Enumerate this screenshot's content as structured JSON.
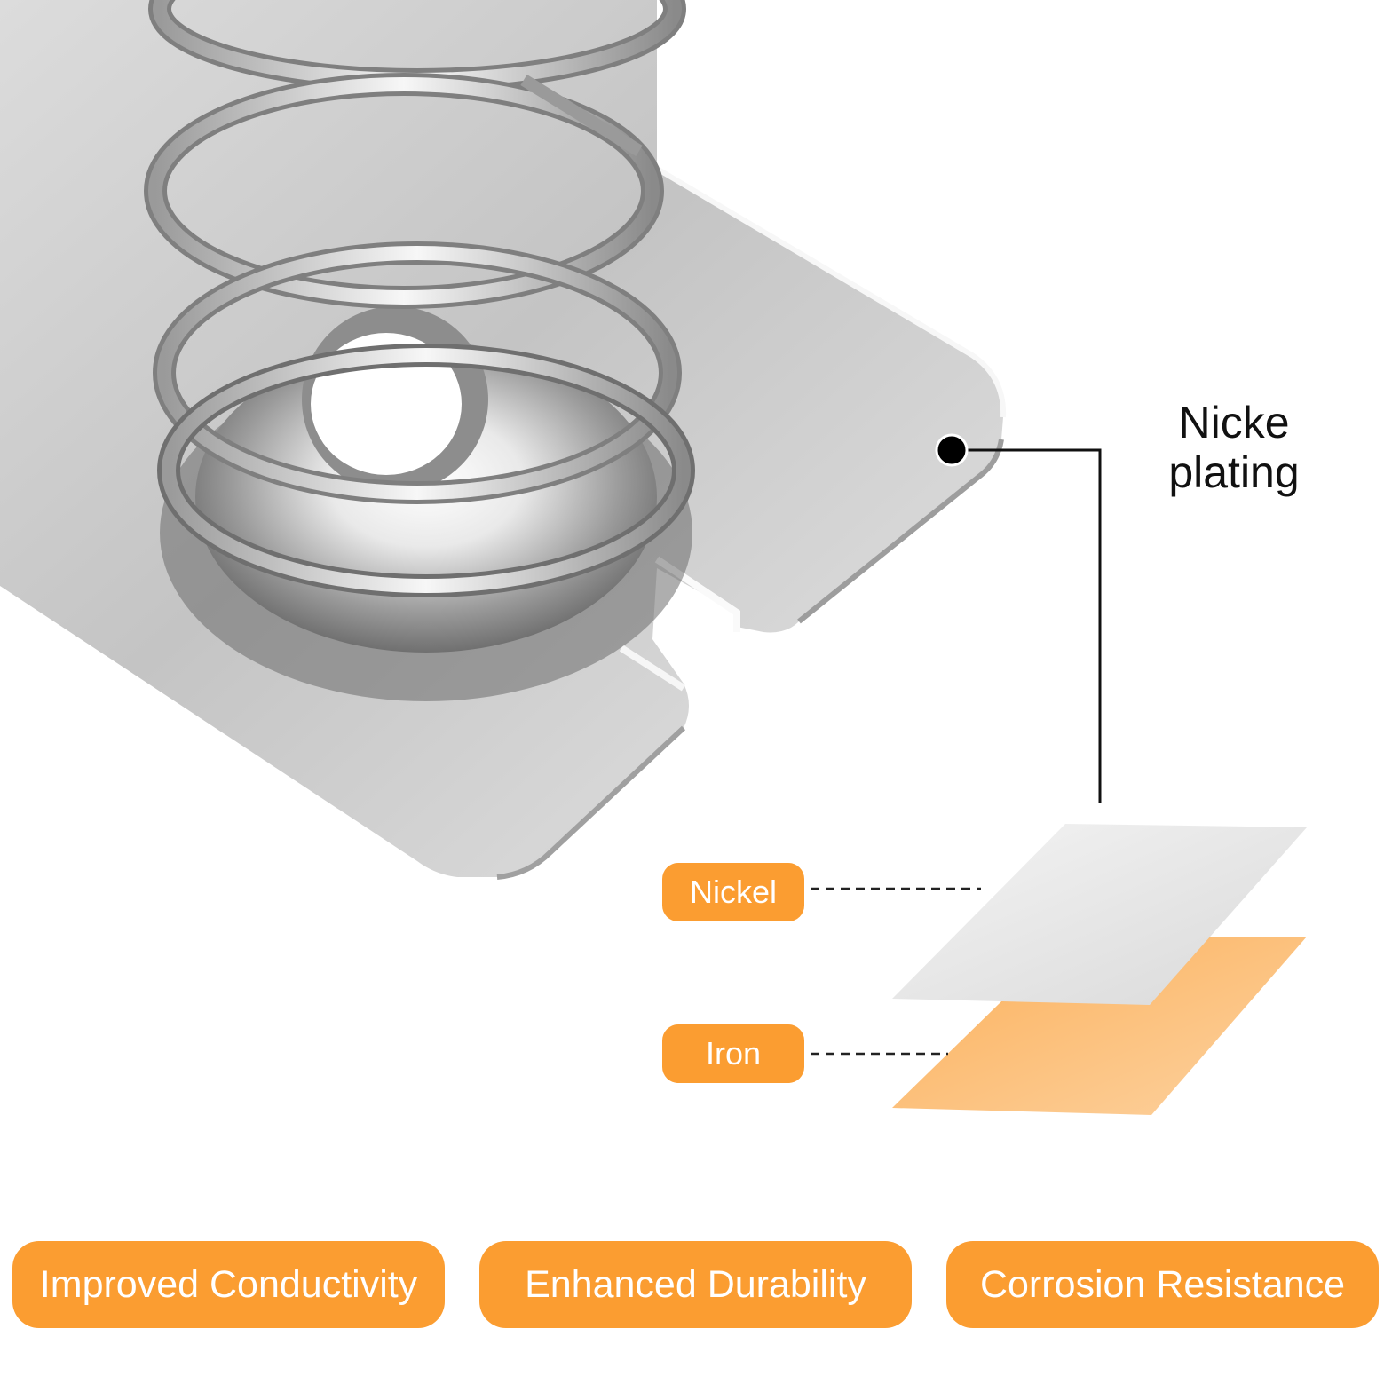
{
  "callout": {
    "line1": "Nicke",
    "line2": "plating"
  },
  "layers": {
    "top_label": "Nickel",
    "bottom_label": "Iron",
    "top_color": "#e2e2e2",
    "bottom_color": "#fbb86a"
  },
  "features": [
    {
      "label": "Improved Conductivity"
    },
    {
      "label": "Enhanced Durability"
    },
    {
      "label": "Corrosion Resistance"
    }
  ],
  "colors": {
    "accent": "#fb9d31",
    "accent_text": "#ffffff",
    "text": "#111111",
    "metal_light": "#f2f2f2",
    "metal_mid": "#c8c8c8",
    "metal_dark": "#7e7e7e"
  }
}
